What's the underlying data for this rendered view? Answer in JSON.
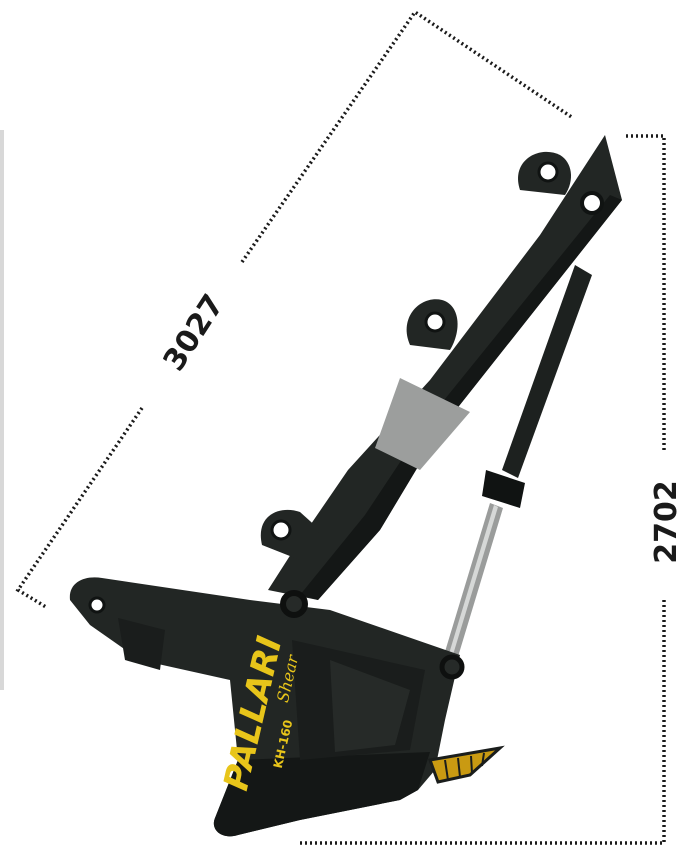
{
  "dimensions": {
    "length": "3027",
    "height": "2702"
  },
  "brand": {
    "name": "PALLARI",
    "model": "KH-160",
    "subtitle": "Shear"
  },
  "colors": {
    "body": "#222624",
    "body_shadow": "#141716",
    "band": "#9c9e9d",
    "accent": "#e8c51a",
    "tooth": "#c99a12",
    "dim_line": "#1a1a1a"
  }
}
